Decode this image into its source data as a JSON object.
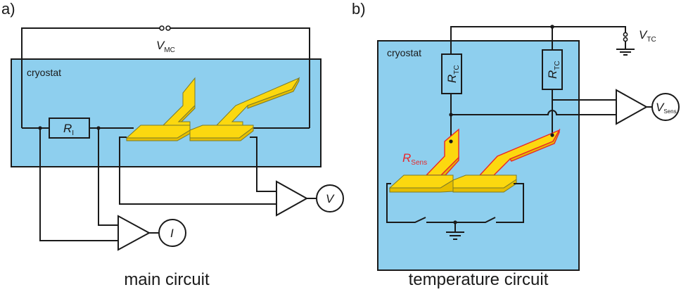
{
  "figure": {
    "panels": [
      {
        "id": "a",
        "label": "a)",
        "caption": "main circuit",
        "container_label": "cryostat",
        "source": {
          "symbol": "V",
          "subscript": "MC"
        },
        "resistor": {
          "symbol": "R",
          "subscript": "I"
        },
        "meters": [
          {
            "symbol": "V",
            "subscript": ""
          },
          {
            "symbol": "I",
            "subscript": ""
          }
        ]
      },
      {
        "id": "b",
        "label": "b)",
        "caption": "temperature circuit",
        "container_label": "cryostat",
        "source": {
          "symbol": "V",
          "subscript": "TC"
        },
        "resistors": [
          {
            "symbol": "R",
            "subscript": "TC"
          },
          {
            "symbol": "R",
            "subscript": "TC"
          }
        ],
        "sensor": {
          "symbol": "R",
          "subscript": "Sens"
        },
        "meter": {
          "symbol": "V",
          "subscript": "Sens"
        }
      }
    ],
    "colors": {
      "cryostat": "#8ecfee",
      "sample": "#fcd80f",
      "sensor_highlight": "#e8262a",
      "wire": "#1a1a1a"
    }
  }
}
